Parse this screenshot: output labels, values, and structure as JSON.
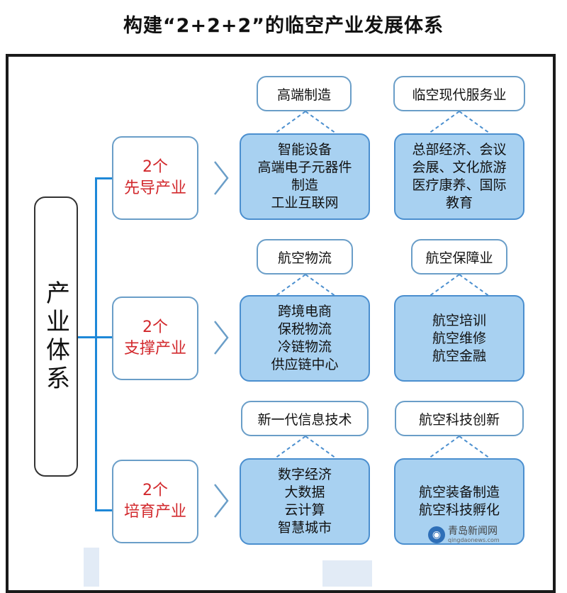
{
  "title": "构建“2+2+2”的临空产业发展体系",
  "root": {
    "label": "产业体系"
  },
  "rows": [
    {
      "count": "2个",
      "name": "先导产业",
      "sub_left": "高端制造",
      "sub_right": "临空现代服务业",
      "box_left": [
        "智能设备",
        "高端电子元器件",
        "制造",
        "工业互联网"
      ],
      "box_right": [
        "总部经济、会议",
        "会展、文化旅游",
        "医疗康养、国际",
        "教育"
      ]
    },
    {
      "count": "2个",
      "name": "支撑产业",
      "sub_left": "航空物流",
      "sub_right": "航空保障业",
      "box_left": [
        "跨境电商",
        "保税物流",
        "冷链物流",
        "供应链中心"
      ],
      "box_right": [
        "航空培训",
        "航空维修",
        "航空金融"
      ]
    },
    {
      "count": "2个",
      "name": "培育产业",
      "sub_left": "新一代信息技术",
      "sub_right": "航空科技创新",
      "box_left": [
        "数字经济",
        "大数据",
        "云计算",
        "智慧城市"
      ],
      "box_right": [
        "航空装备制造",
        "航空科技孵化"
      ]
    }
  ],
  "watermark": {
    "name": "青岛新闻网",
    "url": "qingdaonews.com",
    "icon": "qingdao-news-logo-icon"
  },
  "colors": {
    "category_text": "#d2282c",
    "connector": "#1e88d8",
    "detail_fill": "#a8d1f1",
    "detail_border": "#4b8fcf"
  }
}
